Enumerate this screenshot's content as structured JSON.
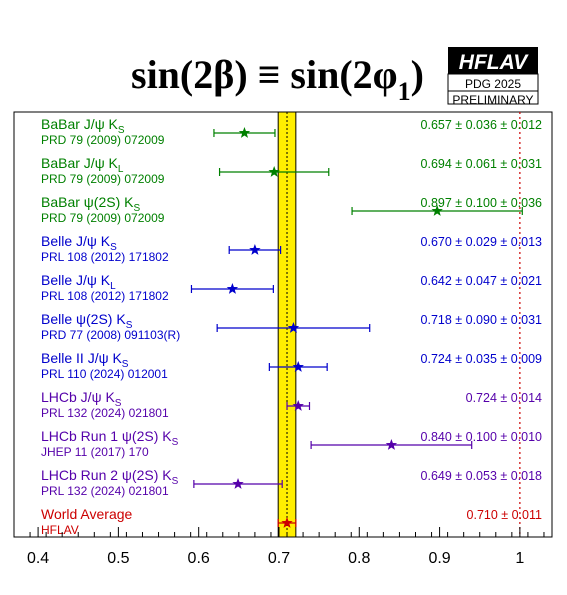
{
  "title": {
    "main": "sin(2β) ≡ sin(2φ",
    "sub": "1",
    "close": ")"
  },
  "badge": {
    "logo": "HFLAV",
    "line1": "PDG 2025",
    "line2": "PRELIMINARY"
  },
  "chart_data": {
    "type": "scatter",
    "title": "sin(2β) ≡ sin(2φ1)",
    "xlim": [
      0.37,
      1.04
    ],
    "xticks": [
      "0.4",
      "0.5",
      "0.6",
      "0.7",
      "0.8",
      "0.9",
      "1"
    ],
    "xtick_values": [
      0.4,
      0.5,
      0.6,
      0.7,
      0.8,
      0.9,
      1.0
    ],
    "average_band": {
      "center": 0.71,
      "low": 0.699,
      "high": 0.721,
      "color": "#ffee00"
    },
    "reference_line": {
      "x": 1.0,
      "color": "#cc0000",
      "style": "dotted"
    },
    "points": [
      {
        "name": "BaBar J/ψ K",
        "sub": "S",
        "ref": "PRD 79 (2009) 072009",
        "value": 0.657,
        "err_low": 0.038,
        "err_high": 0.038,
        "label": "0.657 ± 0.036 ± 0.012",
        "color": "#008000"
      },
      {
        "name": "BaBar J/ψ K",
        "sub": "L",
        "ref": "PRD 79 (2009) 072009",
        "value": 0.694,
        "err_low": 0.068,
        "err_high": 0.068,
        "label": "0.694 ± 0.061 ± 0.031",
        "color": "#008000"
      },
      {
        "name": "BaBar ψ(2S) K",
        "sub": "S",
        "ref": "PRD 79 (2009) 072009",
        "value": 0.897,
        "err_low": 0.106,
        "err_high": 0.106,
        "label": "0.897 ± 0.100 ± 0.036",
        "color": "#008000"
      },
      {
        "name": "Belle J/ψ K",
        "sub": "S",
        "ref": "PRL 108 (2012) 171802",
        "value": 0.67,
        "err_low": 0.032,
        "err_high": 0.032,
        "label": "0.670 ± 0.029 ± 0.013",
        "color": "#0000cc"
      },
      {
        "name": "Belle J/ψ K",
        "sub": "L",
        "ref": "PRL 108 (2012) 171802",
        "value": 0.642,
        "err_low": 0.051,
        "err_high": 0.051,
        "label": "0.642 ± 0.047 ± 0.021",
        "color": "#0000cc"
      },
      {
        "name": "Belle ψ(2S) K",
        "sub": "S",
        "ref": "PRD 77 (2008) 091103(R)",
        "value": 0.718,
        "err_low": 0.095,
        "err_high": 0.095,
        "label": "0.718 ± 0.090 ± 0.031",
        "color": "#0000cc"
      },
      {
        "name": "Belle II J/ψ K",
        "sub": "S",
        "ref": "PRL 110 (2024) 012001",
        "value": 0.724,
        "err_low": 0.036,
        "err_high": 0.036,
        "label": "0.724 ± 0.035 ± 0.009",
        "color": "#0000cc"
      },
      {
        "name": "LHCb J/ψ K",
        "sub": "S",
        "ref": "PRL 132 (2024) 021801",
        "value": 0.724,
        "err_low": 0.014,
        "err_high": 0.014,
        "label": "0.724 ± 0.014",
        "color": "#5500aa"
      },
      {
        "name": "LHCb Run 1 ψ(2S) K",
        "sub": "S",
        "ref": "JHEP 11 (2017) 170",
        "value": 0.84,
        "err_low": 0.1,
        "err_high": 0.1,
        "label": "0.840 ± 0.100 ± 0.010",
        "color": "#5500aa"
      },
      {
        "name": "LHCb Run 2 ψ(2S) K",
        "sub": "S",
        "ref": "PRL 132 (2024) 021801",
        "value": 0.649,
        "err_low": 0.055,
        "err_high": 0.055,
        "label": "0.649 ± 0.053 ± 0.018",
        "color": "#5500aa"
      },
      {
        "name": "World Average",
        "sub": "",
        "ref": "HFLAV",
        "value": 0.71,
        "err_low": 0.011,
        "err_high": 0.011,
        "label": "0.710 ± 0.011",
        "color": "#cc0000"
      }
    ]
  }
}
